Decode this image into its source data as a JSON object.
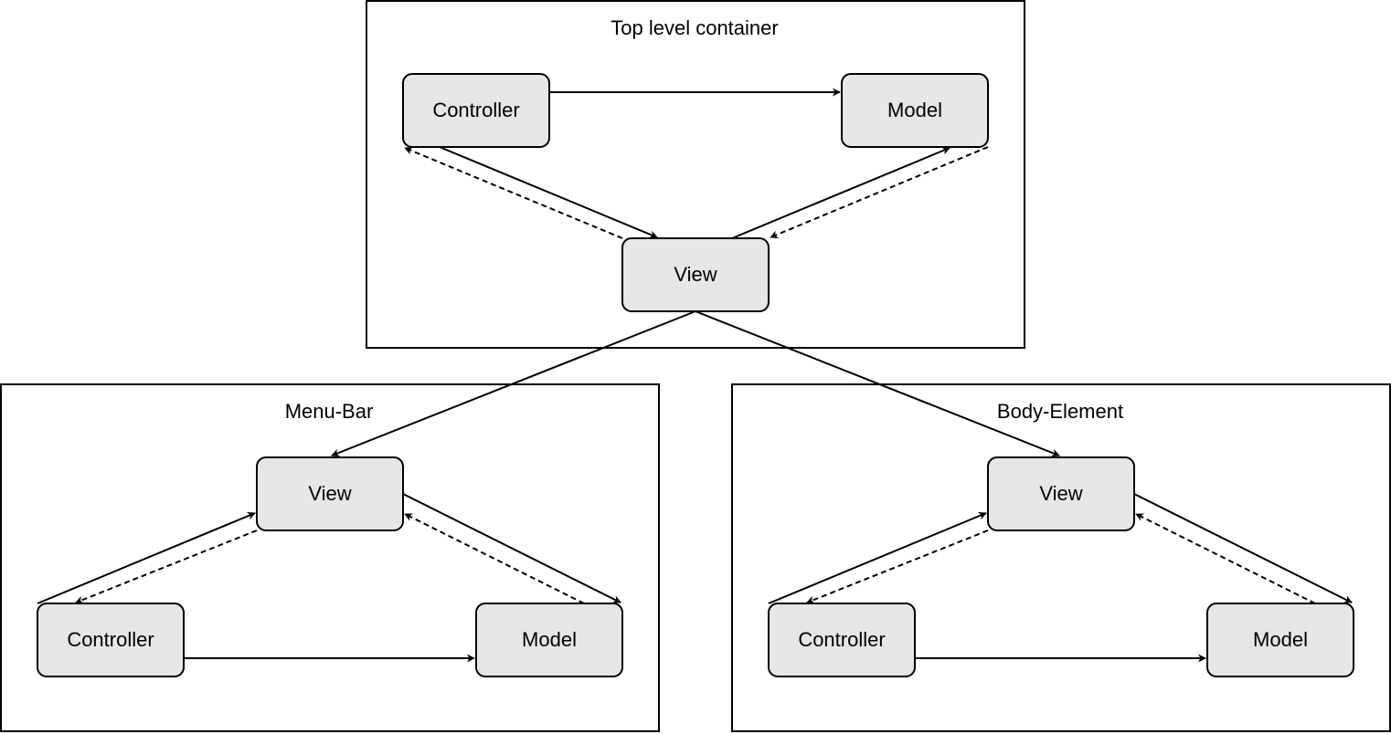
{
  "colors": {
    "node_fill": "#e6e6e6",
    "stroke": "#000000",
    "background": "#ffffff"
  },
  "containers": {
    "top": {
      "title": "Top level container",
      "controller": "Controller",
      "model": "Model",
      "view": "View"
    },
    "menu_bar": {
      "title": "Menu-Bar",
      "view": "View",
      "controller": "Controller",
      "model": "Model"
    },
    "body_element": {
      "title": "Body-Element",
      "view": "View",
      "controller": "Controller",
      "model": "Model"
    }
  }
}
